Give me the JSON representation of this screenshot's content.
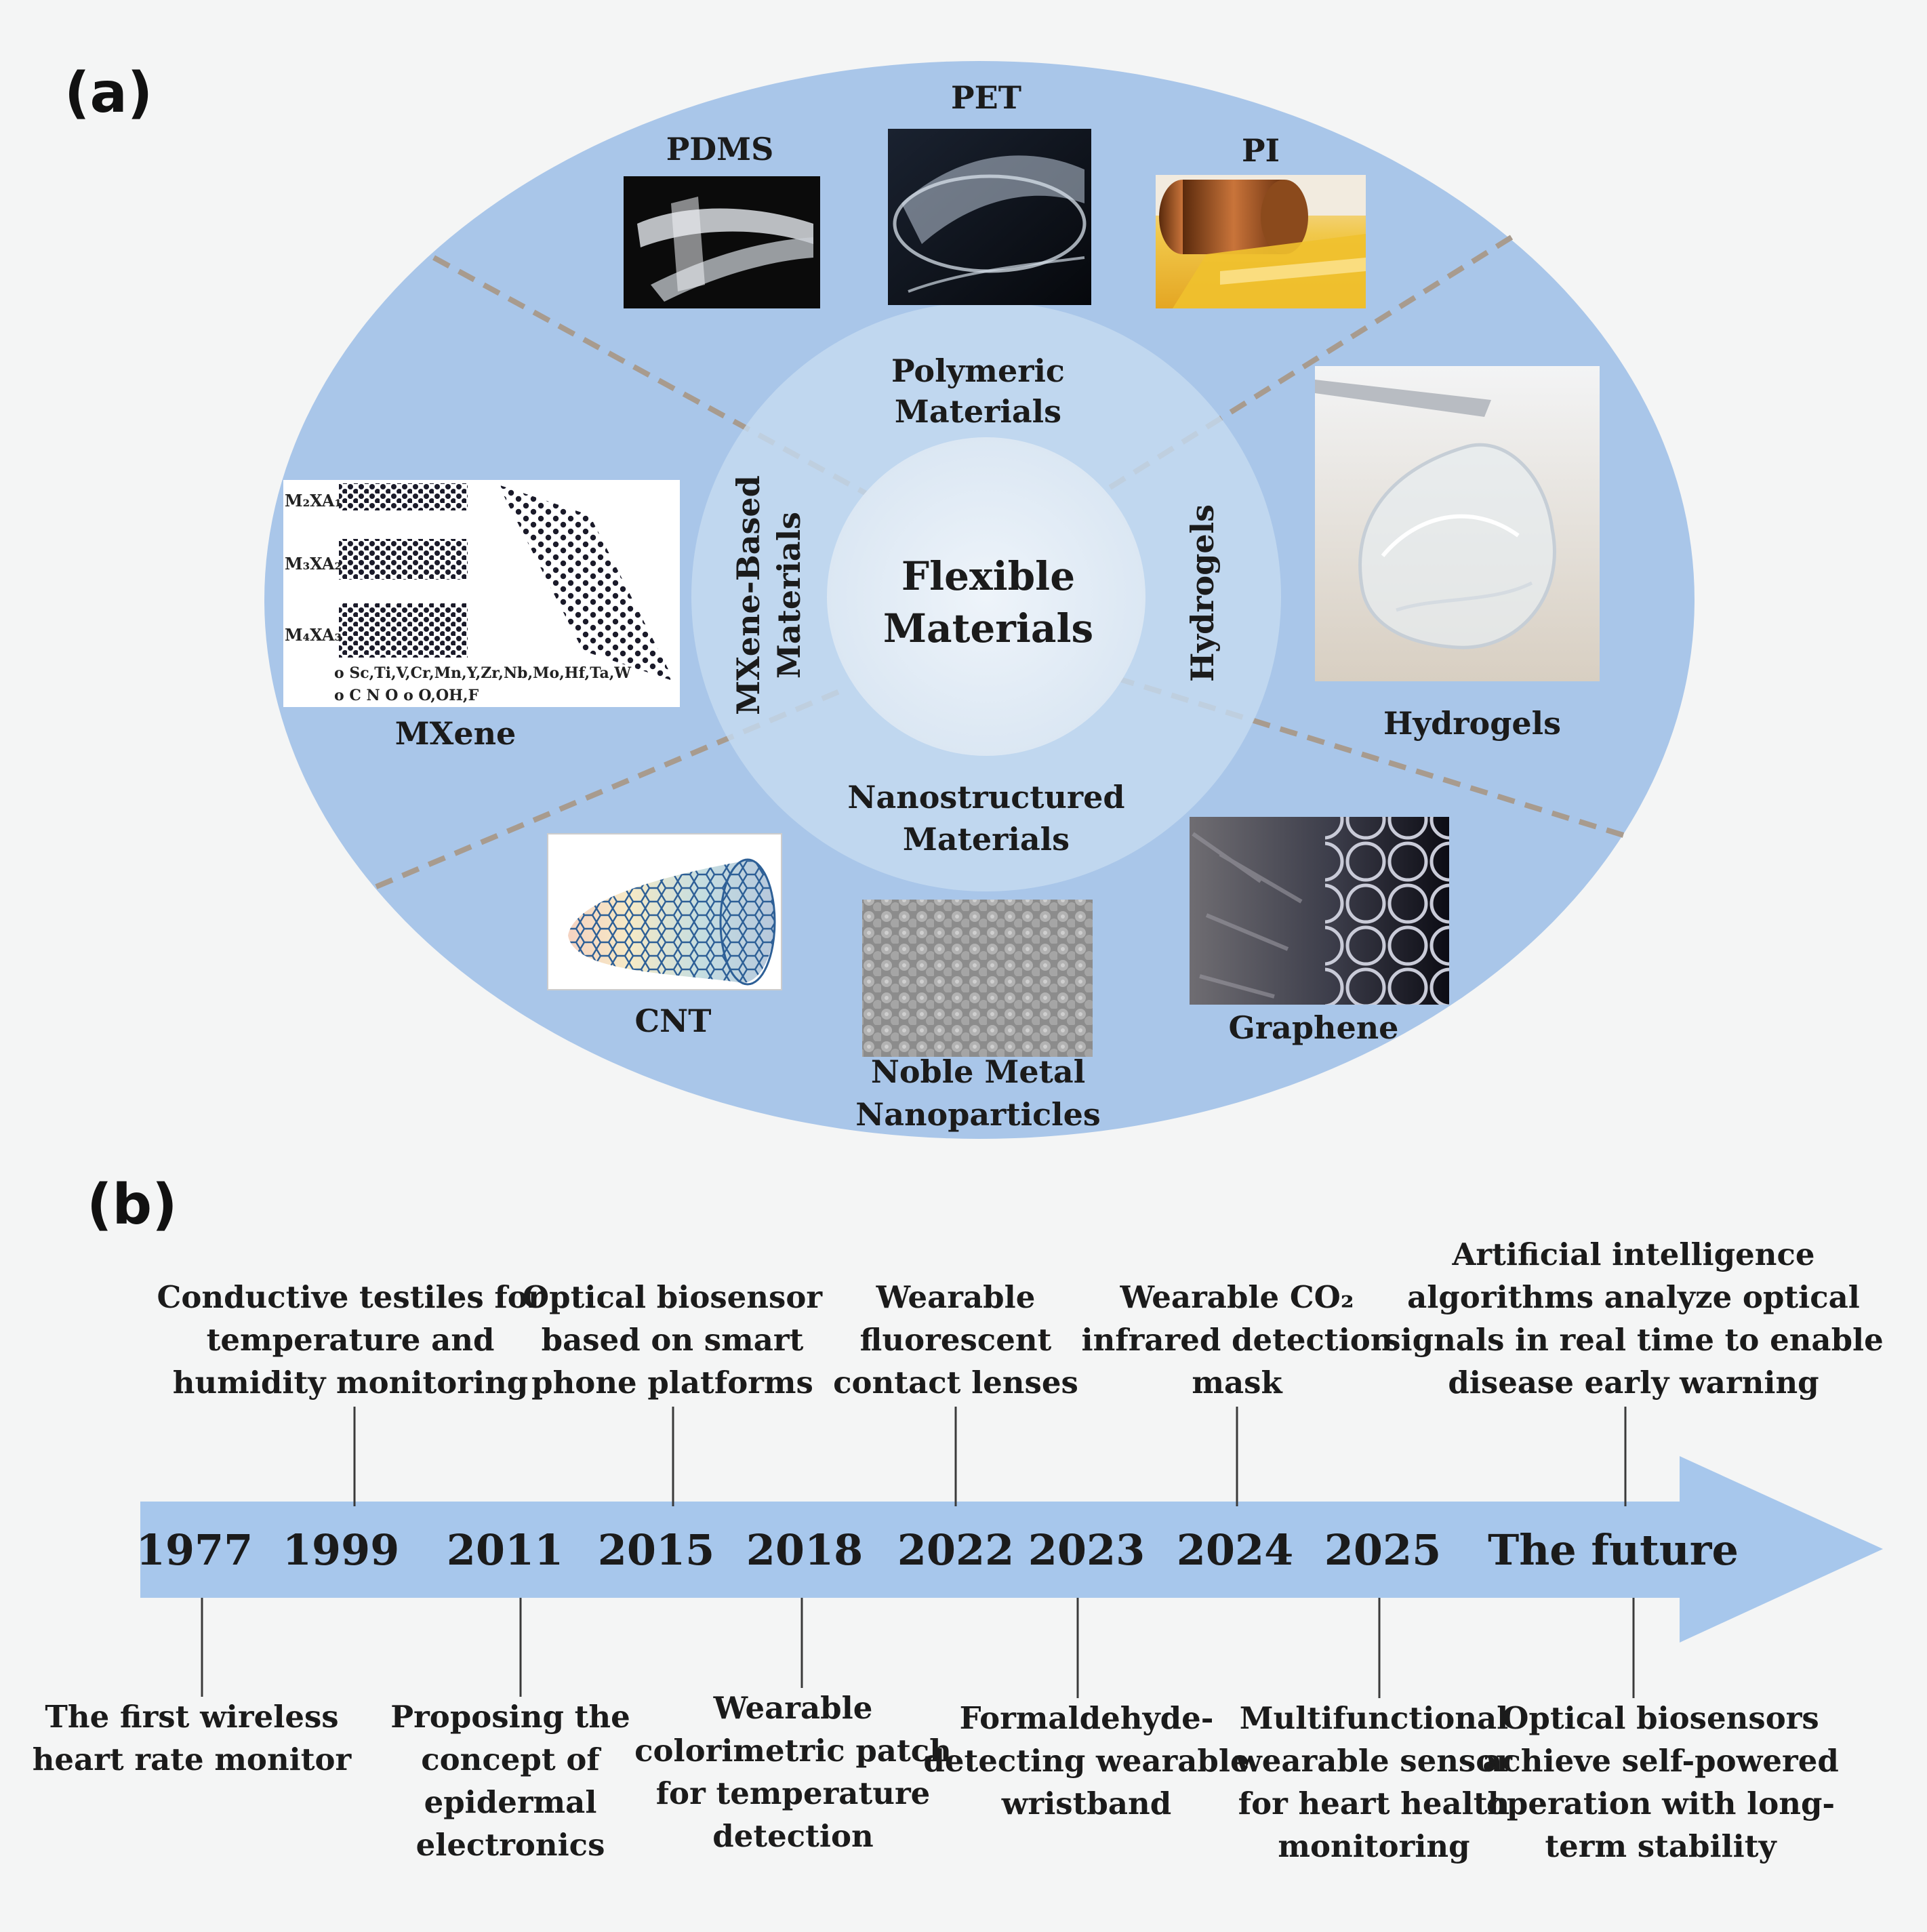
{
  "panel_a": {
    "label": "(a)",
    "center": [
      "Flexible",
      "Materials"
    ],
    "categories": {
      "polymeric": [
        "Polymeric",
        "Materials"
      ],
      "hydrogels": "Hydrogels",
      "nanostructured": [
        "Nanostructured",
        "Materials"
      ],
      "mxene": [
        "MXene-Based",
        "Materials"
      ]
    },
    "images": {
      "pdms": "PDMS",
      "pet": "PET",
      "pi": "PI",
      "hydrogels": "Hydrogels",
      "graphene": "Graphene",
      "noble_metal": [
        "Noble Metal",
        "Nanoparticles"
      ],
      "cnt": "CNT",
      "mxene": "MXene"
    },
    "mxene_inset": {
      "row_labels": [
        "M₂XA₁",
        "M₃XA₂",
        "M₄XA₃"
      ],
      "legend_1": "o Sc,Ti,V,Cr,Mn,Y,Zr,Nb,Mo,Hf,Ta,W",
      "legend_2": "o C N O  o O,OH,F"
    },
    "colors": {
      "outer_ellipse": "#a9c6e9",
      "ring": "#c5daf0",
      "center": "#dfeaf5",
      "divider": "#a89b8e"
    }
  },
  "panel_b": {
    "label": "(b)",
    "arrow_color": "#a7c7ec",
    "years": [
      "1977",
      "1999",
      "2011",
      "2015",
      "2018",
      "2022",
      "2023",
      "2024",
      "2025",
      "The future"
    ],
    "events_above": [
      {
        "year": "1999",
        "lines": [
          "Conductive testiles for",
          "temperature and",
          "humidity  monitoring"
        ]
      },
      {
        "year": "2015",
        "lines": [
          "Optical biosensor",
          "based on smart",
          "phone platforms"
        ]
      },
      {
        "year": "2022",
        "lines": [
          "Wearable",
          "fluorescent",
          "contact lenses"
        ]
      },
      {
        "year": "2024",
        "lines": [
          "Wearable CO₂",
          "infrared detection",
          "mask"
        ]
      },
      {
        "year": "The future",
        "lines": [
          "Artificial intelligence",
          "algorithms analyze optical",
          "signals in real time to enable",
          "disease early warning"
        ]
      }
    ],
    "events_below": [
      {
        "year": "1977",
        "lines": [
          "The first wireless",
          "heart rate monitor"
        ]
      },
      {
        "year": "2011",
        "lines": [
          "Proposing the",
          "concept of",
          "epidermal",
          "electronics"
        ]
      },
      {
        "year": "2018",
        "lines": [
          "Wearable",
          "colorimetric patch",
          "for temperature",
          "detection"
        ]
      },
      {
        "year": "2023",
        "lines": [
          "Formaldehyde-",
          "detecting wearable",
          "wristband"
        ]
      },
      {
        "year": "2025",
        "lines": [
          "Multifunctional",
          "wearable sensor",
          "for heart health",
          "monitoring"
        ]
      },
      {
        "year": "The future",
        "lines": [
          "Optical biosensors",
          "achieve self-powered",
          "operation with long-",
          "term stability"
        ]
      }
    ]
  }
}
